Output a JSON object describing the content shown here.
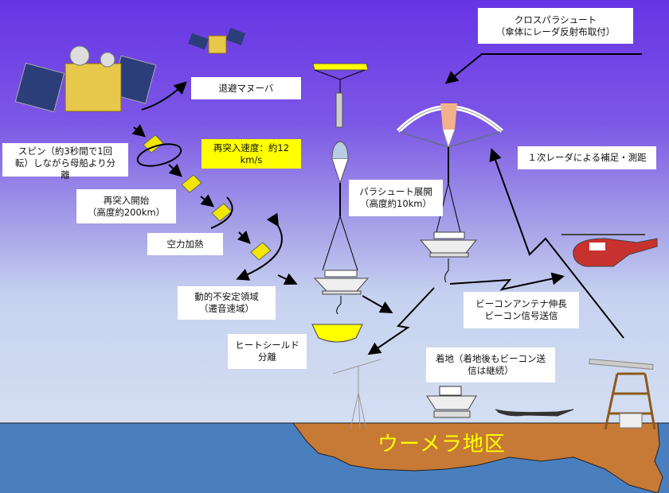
{
  "labels": {
    "evasion": "退避マヌーバ",
    "cross_parachute": [
      "クロスパラシュート",
      "（傘体にレーダ反射布取付）"
    ],
    "reentry_speed": [
      "再突入速度：約12",
      "km/s"
    ],
    "spin": [
      "スピン（約3秒間で1回",
      "転）しながら母船より分",
      "離"
    ],
    "primary_radar": "１次レーダによる補足・測距",
    "reentry_start": [
      "再突入開始",
      "（高度約200km）"
    ],
    "parachute_deploy": [
      "パラシュート展開",
      "（高度約10km）"
    ],
    "aero_heating": "空力加熱",
    "dynamic_instability": [
      "動的不安定領域",
      "（遷音速域）"
    ],
    "beacon": [
      "ビーコンアンテナ伸長",
      "ビーコン信号送信"
    ],
    "heatshield": [
      "ヒートシールド",
      "分離"
    ],
    "landing": [
      "着地（着地後もビーコン送",
      "信は継続）"
    ],
    "region": "ウーメラ地区"
  },
  "colors": {
    "sky_top": "#6734e4",
    "sky_bottom": "#d4def2",
    "sea": "#4a7fbf",
    "land": "#c77a35",
    "capsule": "#f2e600",
    "region_text": "#ffff00"
  }
}
